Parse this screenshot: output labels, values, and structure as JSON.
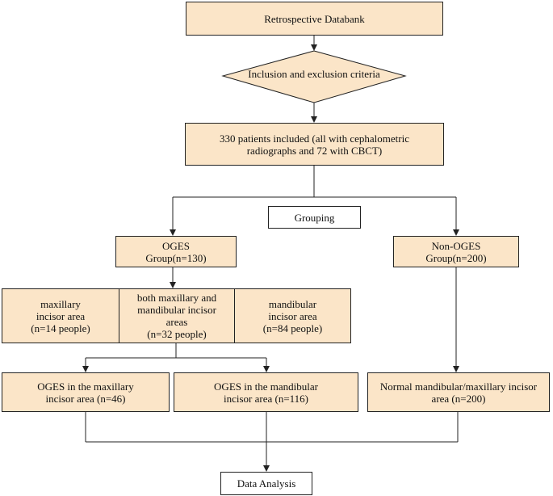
{
  "nodes": {
    "databank": "Retrospective Databank",
    "criteria": "Inclusion and exclusion criteria",
    "included": "330 patients included (all with cephalometric\nradiographs and 72 with CBCT)",
    "grouping": "Grouping",
    "oges_group": "OGES\nGroup(n=130)",
    "non_oges_group": "Non-OGES\nGroup(n=200)",
    "maxillary_area": "maxillary\nincisor area\n(n=14 people)",
    "both_areas": "both maxillary and\nmandibular  incisor\nareas\n(n=32 people)",
    "mandibular_area": "mandibular\nincisor area\n(n=84 people)",
    "oges_maxillary": "OGES  in the maxillary\nincisor area  (n=46)",
    "oges_mandibular": "OGES in the mandibular\nincisor area   (n=116)",
    "normal": "Normal mandibular/maxillary incisor\narea (n=200)",
    "analysis": "Data Analysis"
  },
  "colors": {
    "box_fill": "#fbe5c8",
    "line": "#222222"
  }
}
